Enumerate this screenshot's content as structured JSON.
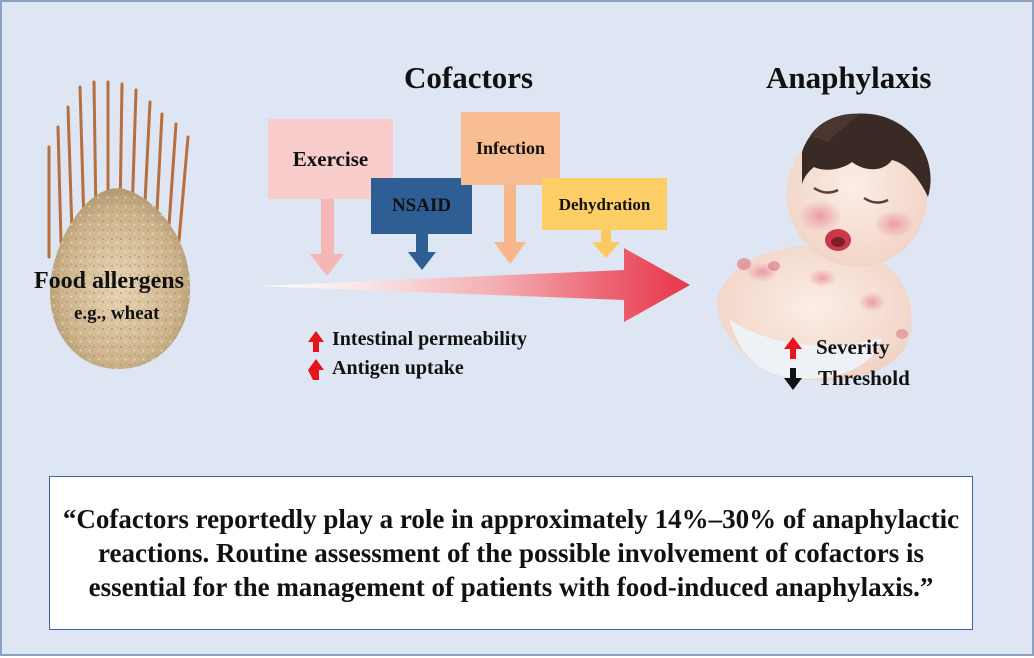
{
  "left": {
    "title": "Food allergens",
    "subtitle": "e.g., wheat"
  },
  "cofactors": {
    "heading": "Cofactors",
    "boxes": [
      {
        "label": "Exercise",
        "color": "#f8cdcc",
        "arrow_color": "#f5b7b6"
      },
      {
        "label": "NSAID",
        "color": "#2f5e94",
        "arrow_color": "#2f5e94"
      },
      {
        "label": "Infection",
        "color": "#f8bd93",
        "arrow_color": "#f7b78a"
      },
      {
        "label": "Dehydration",
        "color": "#fdcd66",
        "arrow_color": "#fcc95d"
      }
    ],
    "effects": [
      {
        "icon": "up-arrow-icon",
        "text": "Intestinal permeability"
      },
      {
        "icon": "up-arrow-icon",
        "text": "Antigen uptake"
      }
    ]
  },
  "right": {
    "heading": "Anaphylaxis",
    "indicators": [
      {
        "icon": "up-arrow-icon",
        "text": "Severity"
      },
      {
        "icon": "down-arrow-icon",
        "text": "Threshold"
      }
    ]
  },
  "quote": "“Cofactors reportedly play a role in approximately 14%–30% of anaphylactic reactions. Routine assessment of the possible involvement of cofactors is essential for the management of patients with food-induced anaphylaxis.”",
  "colors": {
    "background": "#dde6f2",
    "up_arrow": "#e8141c",
    "down_arrow": "#111111",
    "main_arrow": "#e8354a",
    "quote_border": "#3a66a8"
  }
}
